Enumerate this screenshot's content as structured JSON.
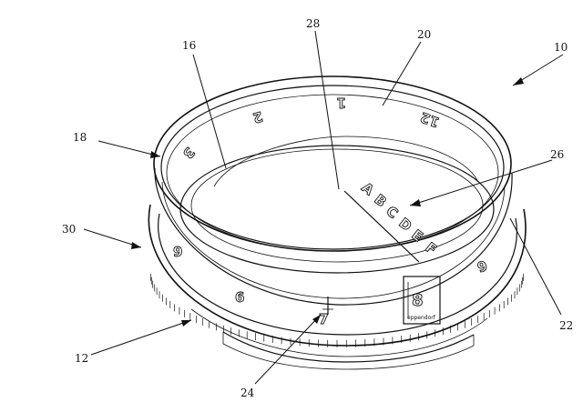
{
  "figure": {
    "reference_numerals": {
      "r10": "10",
      "r12": "12",
      "r16": "16",
      "r18": "18",
      "r20": "20",
      "r22": "22",
      "r24": "24",
      "r26": "26",
      "r28": "28",
      "r30": "30"
    },
    "dial_numbers": {
      "n12": "12",
      "n1": "1",
      "n2": "2",
      "n3": "3",
      "n6": "6",
      "n7": "7",
      "n8": "8",
      "n9_left": "9",
      "n9_right": "9"
    },
    "lid_letters": [
      "A",
      "B",
      "C",
      "D",
      "E",
      "F"
    ],
    "window_brand": "eppendorf"
  }
}
